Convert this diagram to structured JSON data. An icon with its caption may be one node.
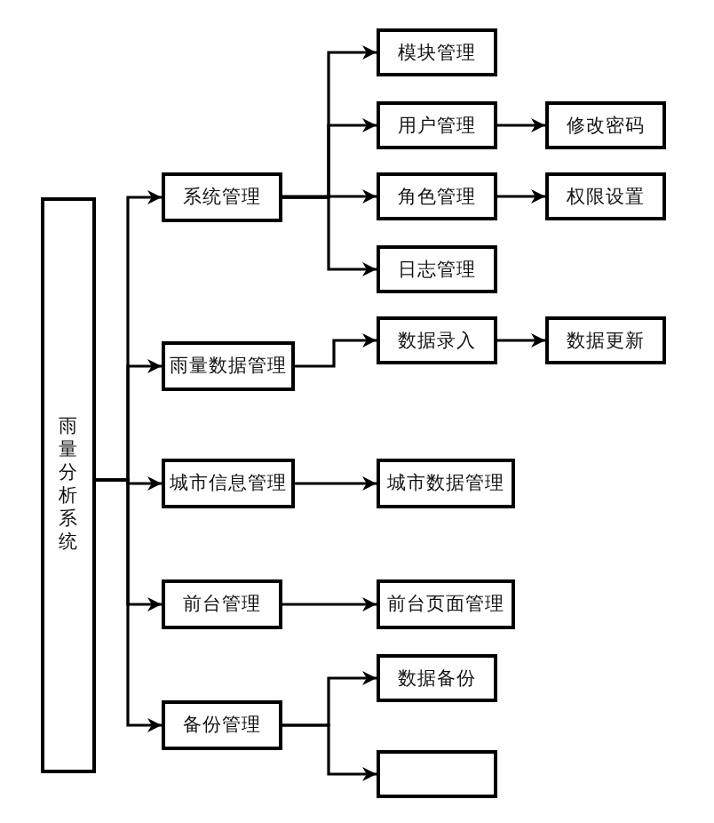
{
  "diagram": {
    "nodes": [
      {
        "text": [
          "雨量分析系统"
        ]
      },
      {
        "text": [
          "系统管理"
        ]
      },
      {
        "text": [
          "模块管理"
        ]
      },
      {
        "text": [
          "用户管理"
        ]
      },
      {
        "text": [
          "修改密码"
        ]
      },
      {
        "text": [
          "角色管理"
        ]
      },
      {
        "text": [
          "权限设置"
        ]
      },
      {
        "text": [
          "日志管理"
        ]
      },
      {
        "text": [
          "雨量数据管理"
        ]
      },
      {
        "text": [
          "数据录入"
        ]
      },
      {
        "text": [
          "数据更新"
        ]
      },
      {
        "text": [
          "城市信息管理"
        ]
      },
      {
        "text": [
          "城市数据管理"
        ]
      },
      {
        "text": [
          "前台管理"
        ]
      },
      {
        "text": [
          "前台页面管理"
        ]
      },
      {
        "text": [
          "备份管理"
        ]
      },
      {
        "text": [
          "数据备份"
        ]
      },
      {
        "text": [],
        "shape": "box"
      }
    ],
    "edges": [
      {
        "from": 0,
        "to": 1,
        "arrow": "to"
      },
      {
        "from": 0,
        "to": 8,
        "arrow": "to"
      },
      {
        "from": 0,
        "to": 11,
        "arrow": "to"
      },
      {
        "from": 0,
        "to": 13,
        "arrow": "to"
      },
      {
        "from": 0,
        "to": 15,
        "arrow": "to"
      },
      {
        "from": 1,
        "to": 2,
        "arrow": "to"
      },
      {
        "from": 1,
        "to": 3,
        "arrow": "to"
      },
      {
        "from": 1,
        "to": 5,
        "arrow": "to"
      },
      {
        "from": 1,
        "to": 7,
        "arrow": "to"
      },
      {
        "from": 3,
        "to": 4,
        "arrow": "to"
      },
      {
        "from": 5,
        "to": 6,
        "arrow": "to"
      },
      {
        "from": 8,
        "to": 9,
        "arrow": "to"
      },
      {
        "from": 9,
        "to": 10,
        "arrow": "to"
      },
      {
        "from": 11,
        "to": 12,
        "arrow": "to"
      },
      {
        "from": 13,
        "to": 14,
        "arrow": "to"
      },
      {
        "from": 15,
        "to": 16,
        "arrow": "to"
      },
      {
        "from": 15,
        "to": 17,
        "arrow": "to"
      }
    ]
  }
}
